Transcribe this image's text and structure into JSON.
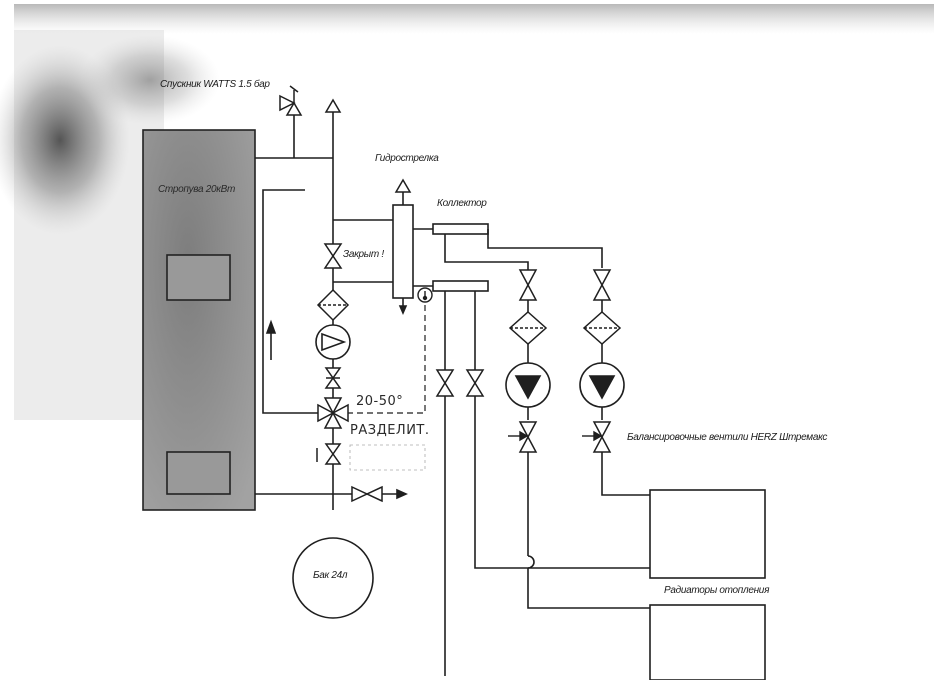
{
  "labels": {
    "relief_valve": "Спускник WATTS 1.5 бар",
    "boiler": "Стропува 20кВт",
    "hydro_arrow": "Гидрострелка",
    "collector": "Коллектор",
    "closed": "Закрыт !",
    "balancing_valves": "Балансировочные вентили HERZ Штремакс",
    "tank": "Бак 24л",
    "radiators": "Радиаторы отопления"
  },
  "handwritten": {
    "temperature": "20-50°",
    "separator": "РАЗДЕЛИТ."
  },
  "colors": {
    "line": "#1f1f1f",
    "boiler_fill": "#8e8e8e",
    "paper": "#ffffff"
  }
}
